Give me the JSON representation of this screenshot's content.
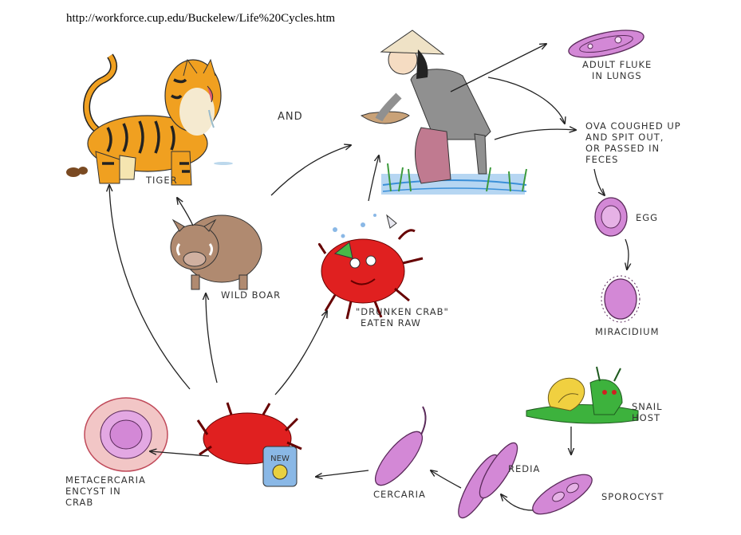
{
  "source_url": "http://workforce.cup.edu/Buckelew/Life%20Cycles.htm",
  "connector_and": "AND",
  "labels": {
    "tiger": "TIGER",
    "wild_boar": "WILD BOAR",
    "drunken_crab": [
      "\"DRUNKEN CRAB\"",
      "EATEN RAW"
    ],
    "adult_fluke": [
      "ADULT FLUKE",
      "IN LUNGS"
    ],
    "ova": [
      "OVA COUGHED UP",
      "AND SPIT OUT,",
      "OR PASSED IN",
      "FECES"
    ],
    "egg": "EGG",
    "miracidium": "MIRACIDIUM",
    "snail": [
      "SNAIL",
      "HOST"
    ],
    "sporocyst": "SPOROCYST",
    "redia": "REDIA",
    "cercaria": "CERCARIA",
    "metacercaria": [
      "METACERCARIA",
      "ENCYST IN",
      "CRAB"
    ],
    "can_label": "NEW"
  },
  "colors": {
    "parasite_purple": "#c060c8",
    "tiger_orange": "#f0a020",
    "boar_brown": "#b08a70",
    "crab_red": "#e02020",
    "snail_green": "#3db23d",
    "shell_yellow": "#f0d040",
    "water_blue": "#3a8fd8",
    "sky_blue": "#b6d6f2"
  }
}
